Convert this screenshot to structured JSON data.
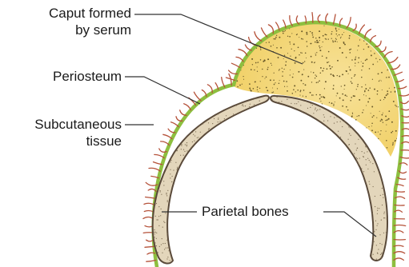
{
  "labels": {
    "caput_line1": "Caput formed",
    "caput_line2": "by serum",
    "periosteum": "Periosteum",
    "subcutaneous_line1": "Subcutaneous",
    "subcutaneous_line2": "tissue",
    "parietal_bones": "Parietal bones"
  },
  "colors": {
    "scalp_line": "#8dbf3f",
    "hair": "#b5523a",
    "caput_fill": "#f6dd87",
    "bone_fill": "#e3d6bb",
    "bone_outline": "#5a4a3a",
    "leader_line": "#333333",
    "text": "#1a1a1a"
  }
}
